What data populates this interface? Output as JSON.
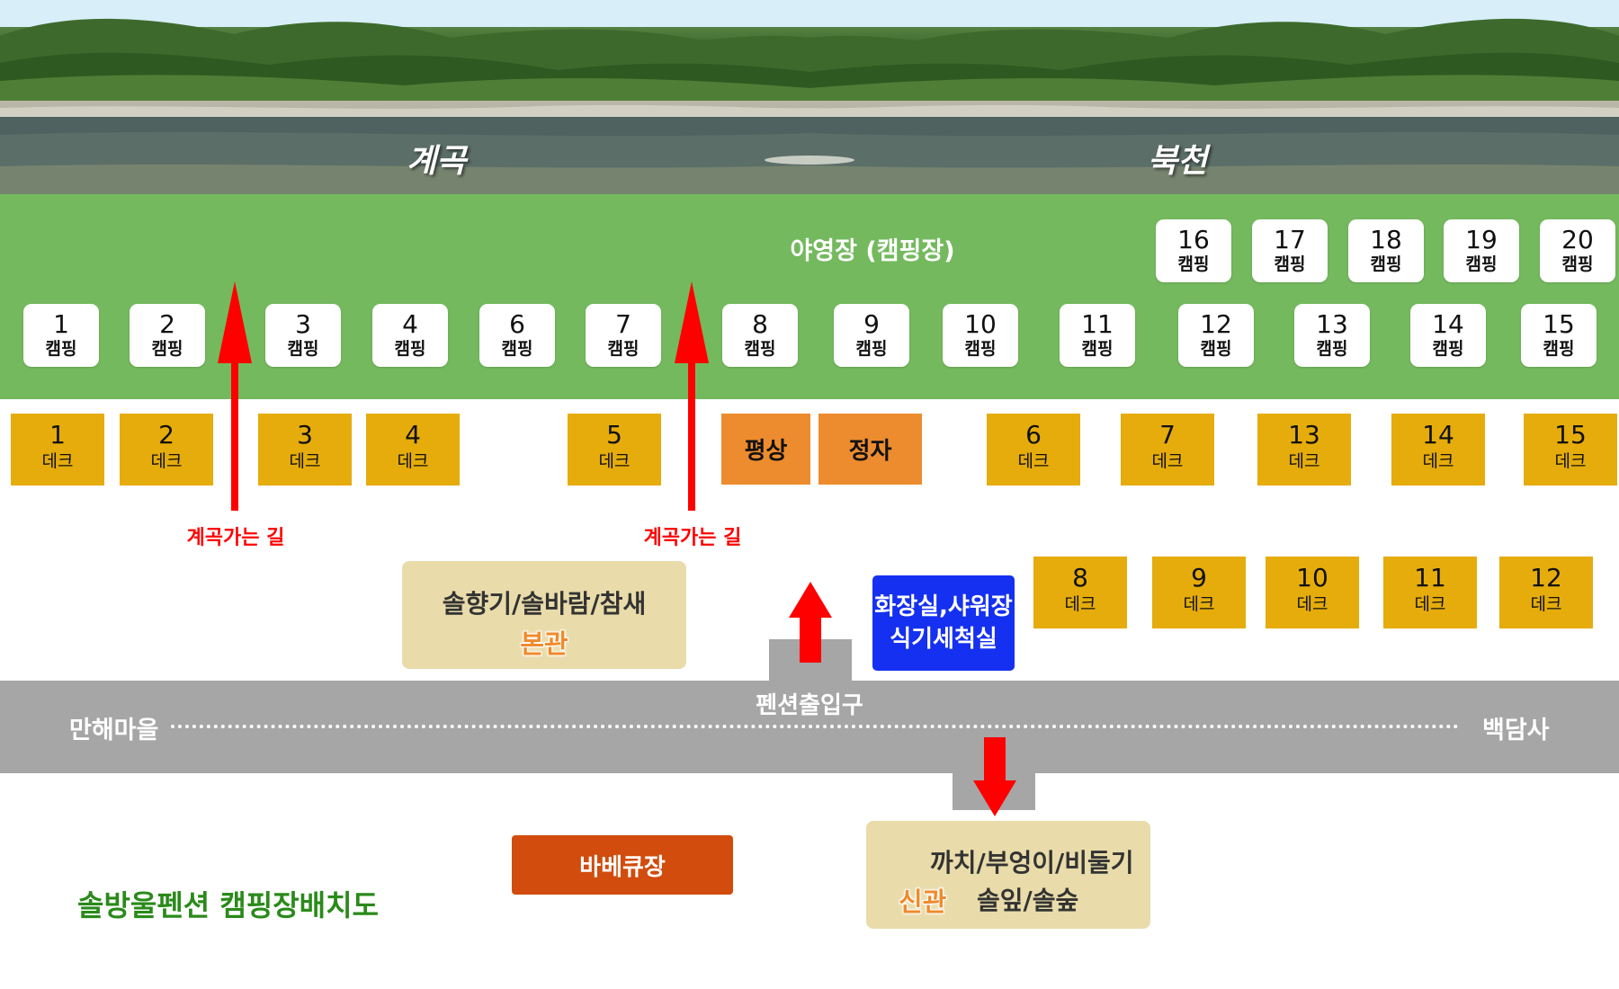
{
  "river": {
    "left_label": "계곡",
    "right_label": "북천"
  },
  "field": {
    "title": "야영장 (캠핑장)",
    "camp_label": "캠핑",
    "camp_top_row": [
      "16",
      "17",
      "18",
      "19",
      "20"
    ],
    "camp_row": [
      "1",
      "2",
      "3",
      "4",
      "6",
      "7",
      "8",
      "9",
      "10",
      "11",
      "12",
      "13",
      "14",
      "15"
    ]
  },
  "decks": {
    "label": "데크",
    "row1": [
      "1",
      "2",
      "3",
      "4",
      "5",
      "6",
      "7",
      "13",
      "14",
      "15"
    ],
    "row2": [
      "8",
      "9",
      "10",
      "11",
      "12"
    ]
  },
  "facilities": {
    "pyeongsang": "평상",
    "jeongja": "정자"
  },
  "paths": {
    "stream_path_label": "계곡가는 길"
  },
  "main_building": {
    "names": "솔향기/솔바람/참새",
    "tag": "본관"
  },
  "restroom": {
    "line1": "화장실,샤워장",
    "line2": "식기세척실"
  },
  "road": {
    "entrance": "펜션출입구",
    "left_end": "만해마을",
    "right_end": "백담사"
  },
  "bbq": "바베큐장",
  "new_building": {
    "names_line1": "까치/부엉이/비둘기",
    "names_line2": "솔잎/솔숲",
    "tag": "신관"
  },
  "map_title": "솔방울펜션 캠핑장배치도",
  "colors": {
    "field_green": "#74b95e",
    "deck_yellow": "#e5ac0b",
    "facility_orange": "#ed8c2e",
    "bbq_orange": "#d14c0d",
    "restroom_blue": "#1530f0",
    "road_grey": "#a6a6a6",
    "building_beige": "#e9dcaa",
    "arrow_red": "#ff0000",
    "title_green": "#2a8a1a"
  }
}
